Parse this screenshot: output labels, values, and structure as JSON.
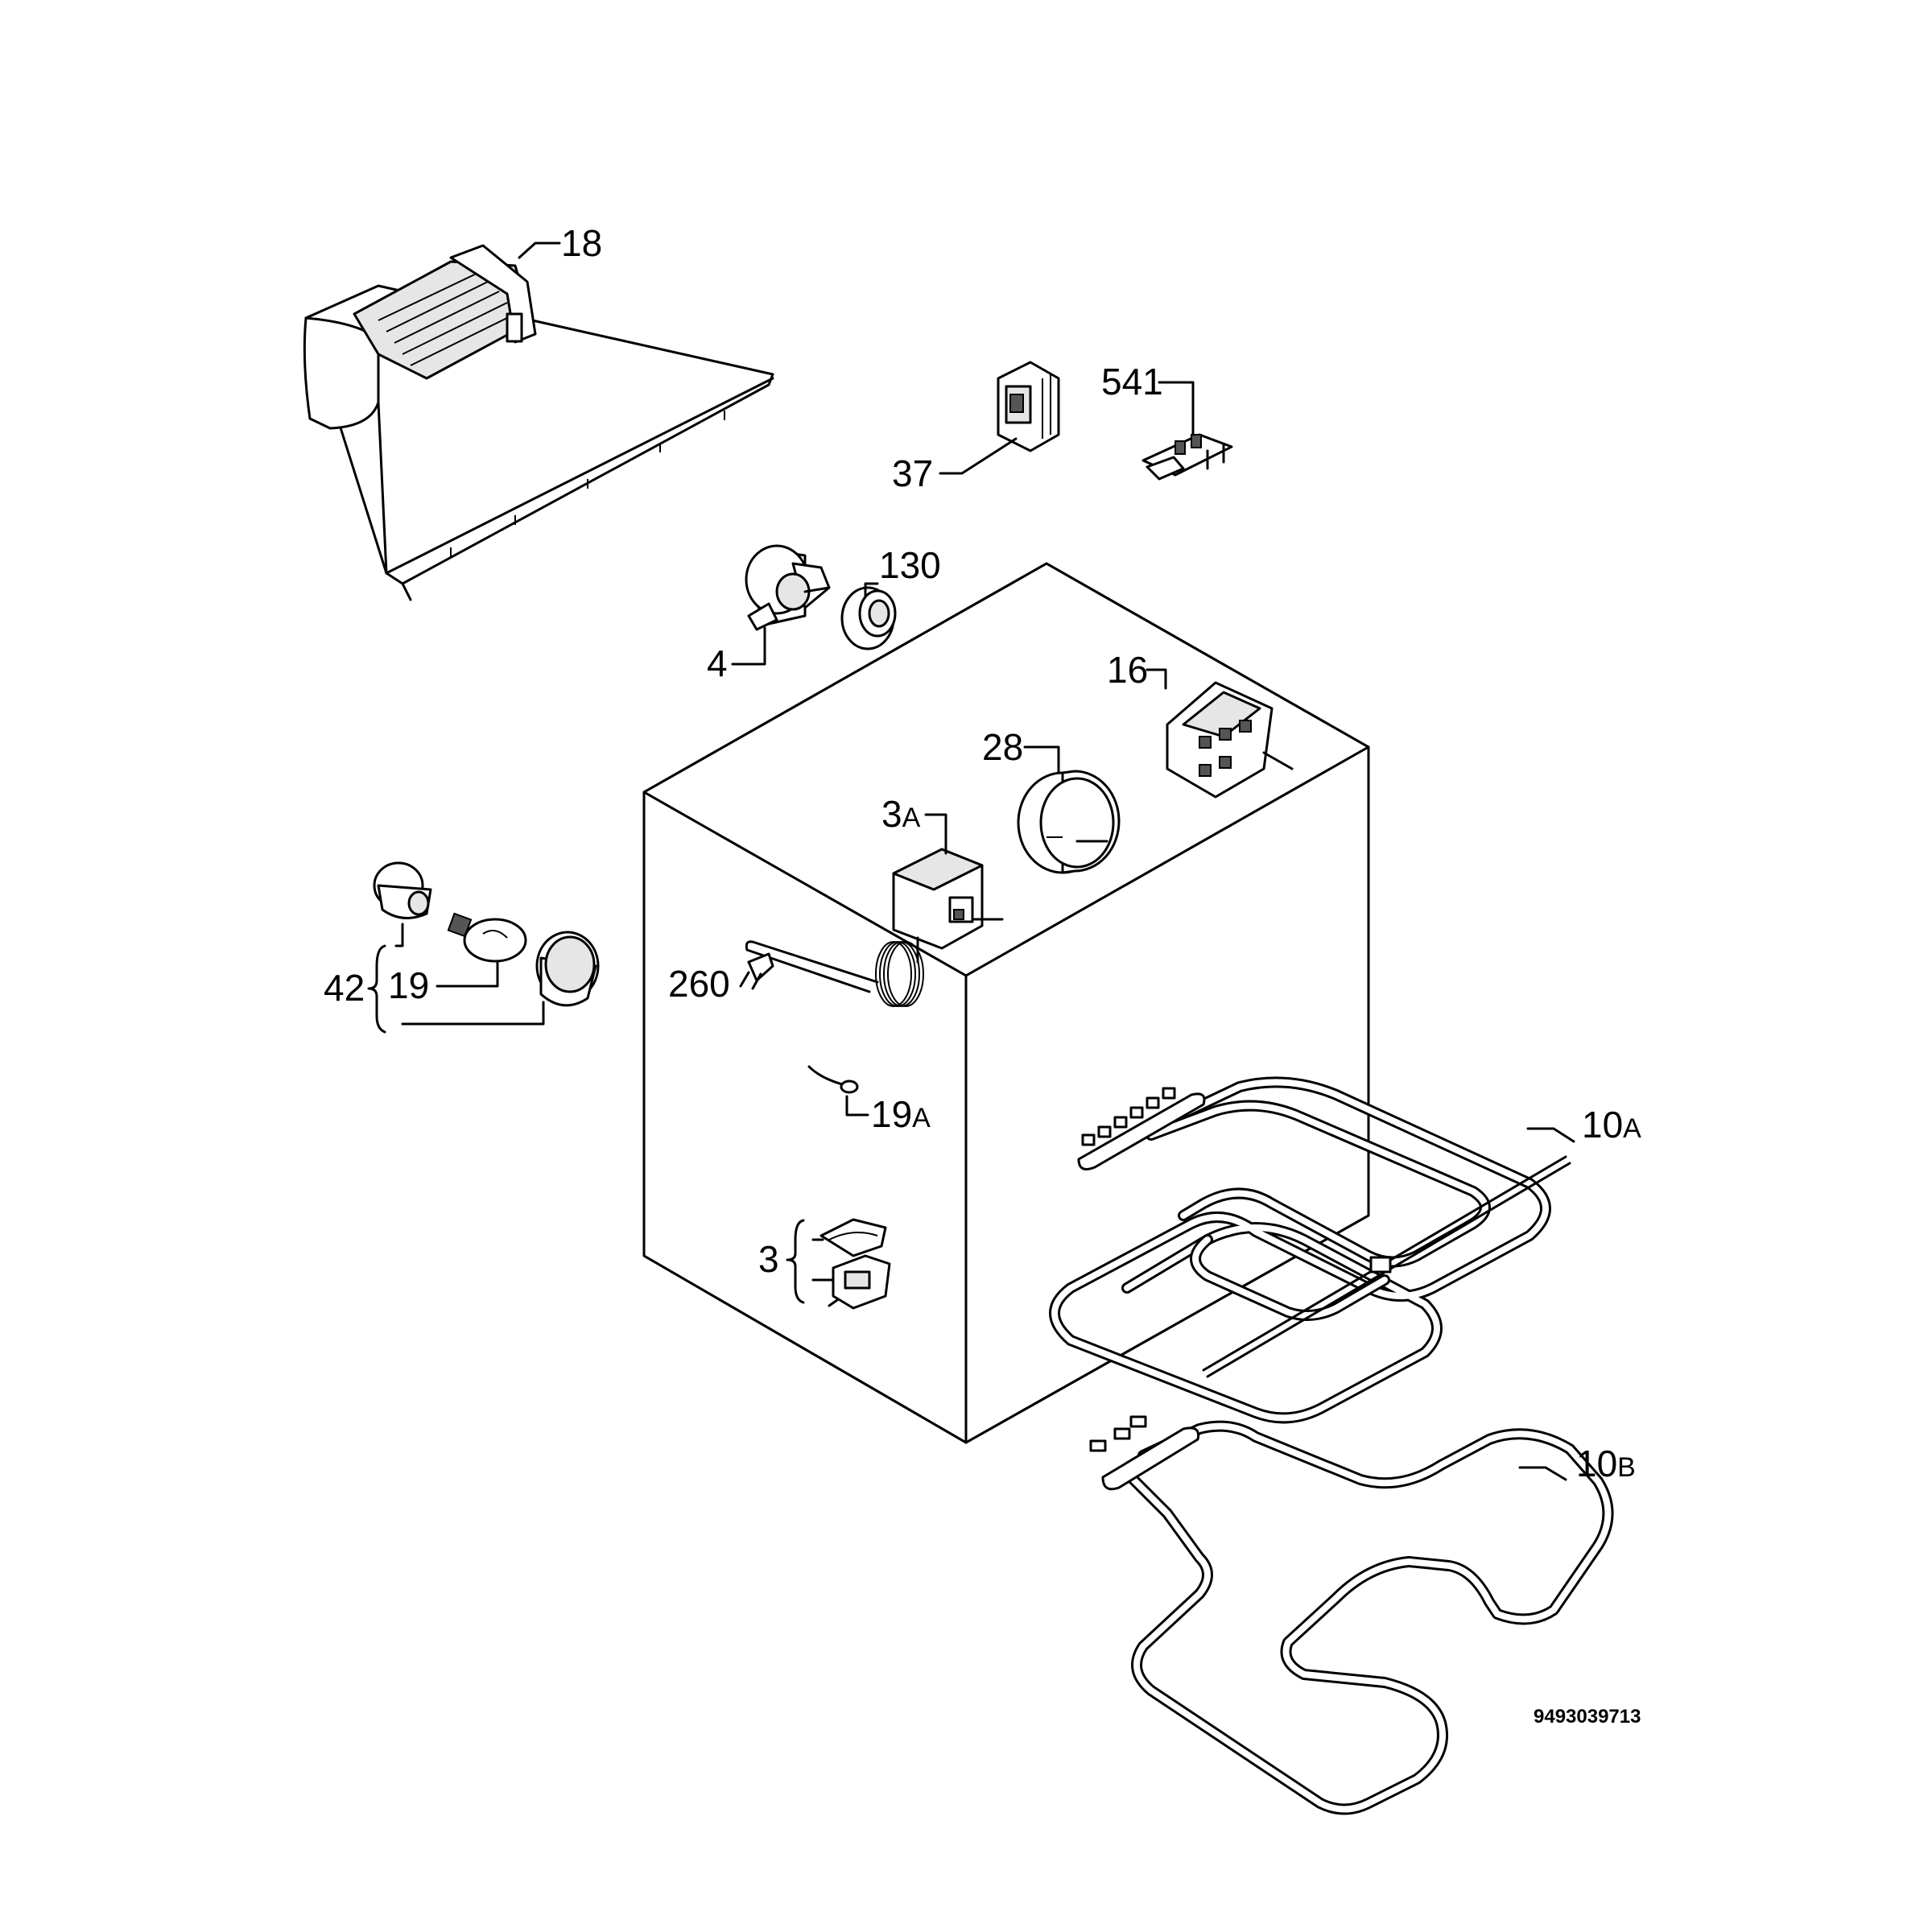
{
  "parts": {
    "p18": "18",
    "p541": "541",
    "p37": "37",
    "p130": "130",
    "p4": "4",
    "p16": "16",
    "p28": "28",
    "p3A_num": "3",
    "p3A_sub": "A",
    "p42": "42",
    "p19": "19",
    "p260": "260",
    "p19A_num": "19",
    "p19A_sub": "A",
    "p10A_num": "10",
    "p10A_sub": "A",
    "p3": "3",
    "p10B_num": "10",
    "p10B_sub": "B"
  },
  "drawing_code": "9493039713",
  "colors": {
    "ink": "#000000",
    "paper": "#ffffff",
    "shade": "#e6e6e6"
  }
}
